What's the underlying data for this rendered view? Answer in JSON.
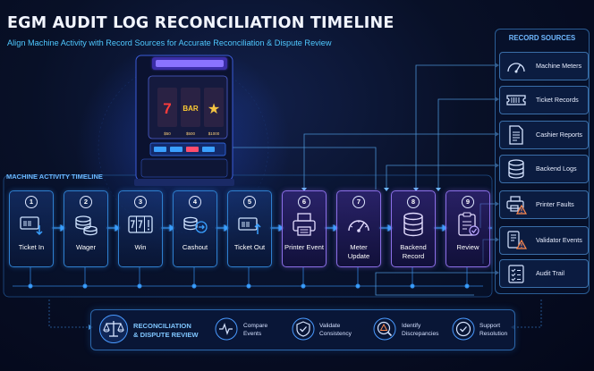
{
  "header": {
    "title": "EGM AUDIT LOG RECONCILIATION TIMELINE",
    "subtitle": "Align Machine Activity with Record Sources for Accurate Reconciliation & Dispute Review"
  },
  "machine": {
    "reel_symbols": [
      "7",
      "BAR",
      "★"
    ],
    "display_values": [
      "$50",
      "$500",
      "$1000"
    ]
  },
  "timeline": {
    "heading": "MACHINE ACTIVITY TIMELINE",
    "steps": [
      {
        "num": "1",
        "label": "Ticket In",
        "icon": "ticket-in-icon"
      },
      {
        "num": "2",
        "label": "Wager",
        "icon": "coin-stack-icon"
      },
      {
        "num": "3",
        "label": "Win",
        "icon": "slot-reels-icon"
      },
      {
        "num": "4",
        "label": "Cashout",
        "icon": "coins-arrow-icon"
      },
      {
        "num": "5",
        "label": "Ticket Out",
        "icon": "ticket-out-icon"
      },
      {
        "num": "6",
        "label": "Printer Event",
        "icon": "printer-icon"
      },
      {
        "num": "7",
        "label": "Meter Update",
        "icon": "gauge-icon"
      },
      {
        "num": "8",
        "label": "Backend Record",
        "icon": "database-icon"
      },
      {
        "num": "9",
        "label": "Review",
        "icon": "clipboard-check-icon"
      }
    ]
  },
  "record_sources": {
    "heading": "RECORD SOURCES",
    "items": [
      {
        "label": "Machine Meters",
        "icon": "gauge-icon"
      },
      {
        "label": "Ticket Records",
        "icon": "ticket-icon"
      },
      {
        "label": "Cashier Reports",
        "icon": "document-icon"
      },
      {
        "label": "Backend Logs",
        "icon": "database-icon"
      },
      {
        "label": "Printer Faults",
        "icon": "printer-warning-icon"
      },
      {
        "label": "Validator Events",
        "icon": "validator-warning-icon"
      },
      {
        "label": "Audit Trail",
        "icon": "audit-checklist-icon"
      }
    ]
  },
  "reconciliation": {
    "title_line1": "RECONCILIATION",
    "title_line2": "& DISPUTE REVIEW",
    "items": [
      {
        "line1": "Compare",
        "line2": "Events",
        "icon": "pulse-search-icon"
      },
      {
        "line1": "Validate",
        "line2": "Consistency",
        "icon": "shield-check-icon"
      },
      {
        "line1": "Identify",
        "line2": "Discrepancies",
        "icon": "warning-search-icon"
      },
      {
        "line1": "Support",
        "line2": "Resolution",
        "icon": "check-circle-icon"
      }
    ]
  },
  "colors": {
    "background": "#050a1a",
    "accent_blue": "#3aa0ff",
    "accent_cyan": "#4fc8ff",
    "accent_purple": "#8a6ee6",
    "title": "#f2f5ff"
  }
}
